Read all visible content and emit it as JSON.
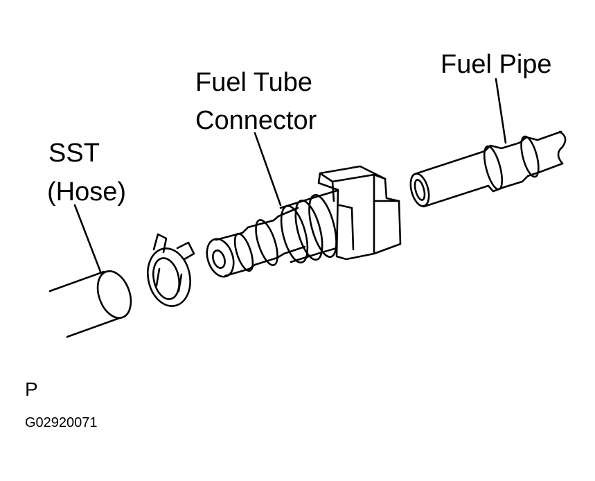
{
  "labels": {
    "fuel_pipe": "Fuel Pipe",
    "fuel_tube_line1": "Fuel Tube",
    "fuel_tube_line2": "Connector",
    "sst_line1": "SST",
    "sst_line2": "(Hose)",
    "view_letter": "P",
    "figure_code": "G02920071"
  }
}
